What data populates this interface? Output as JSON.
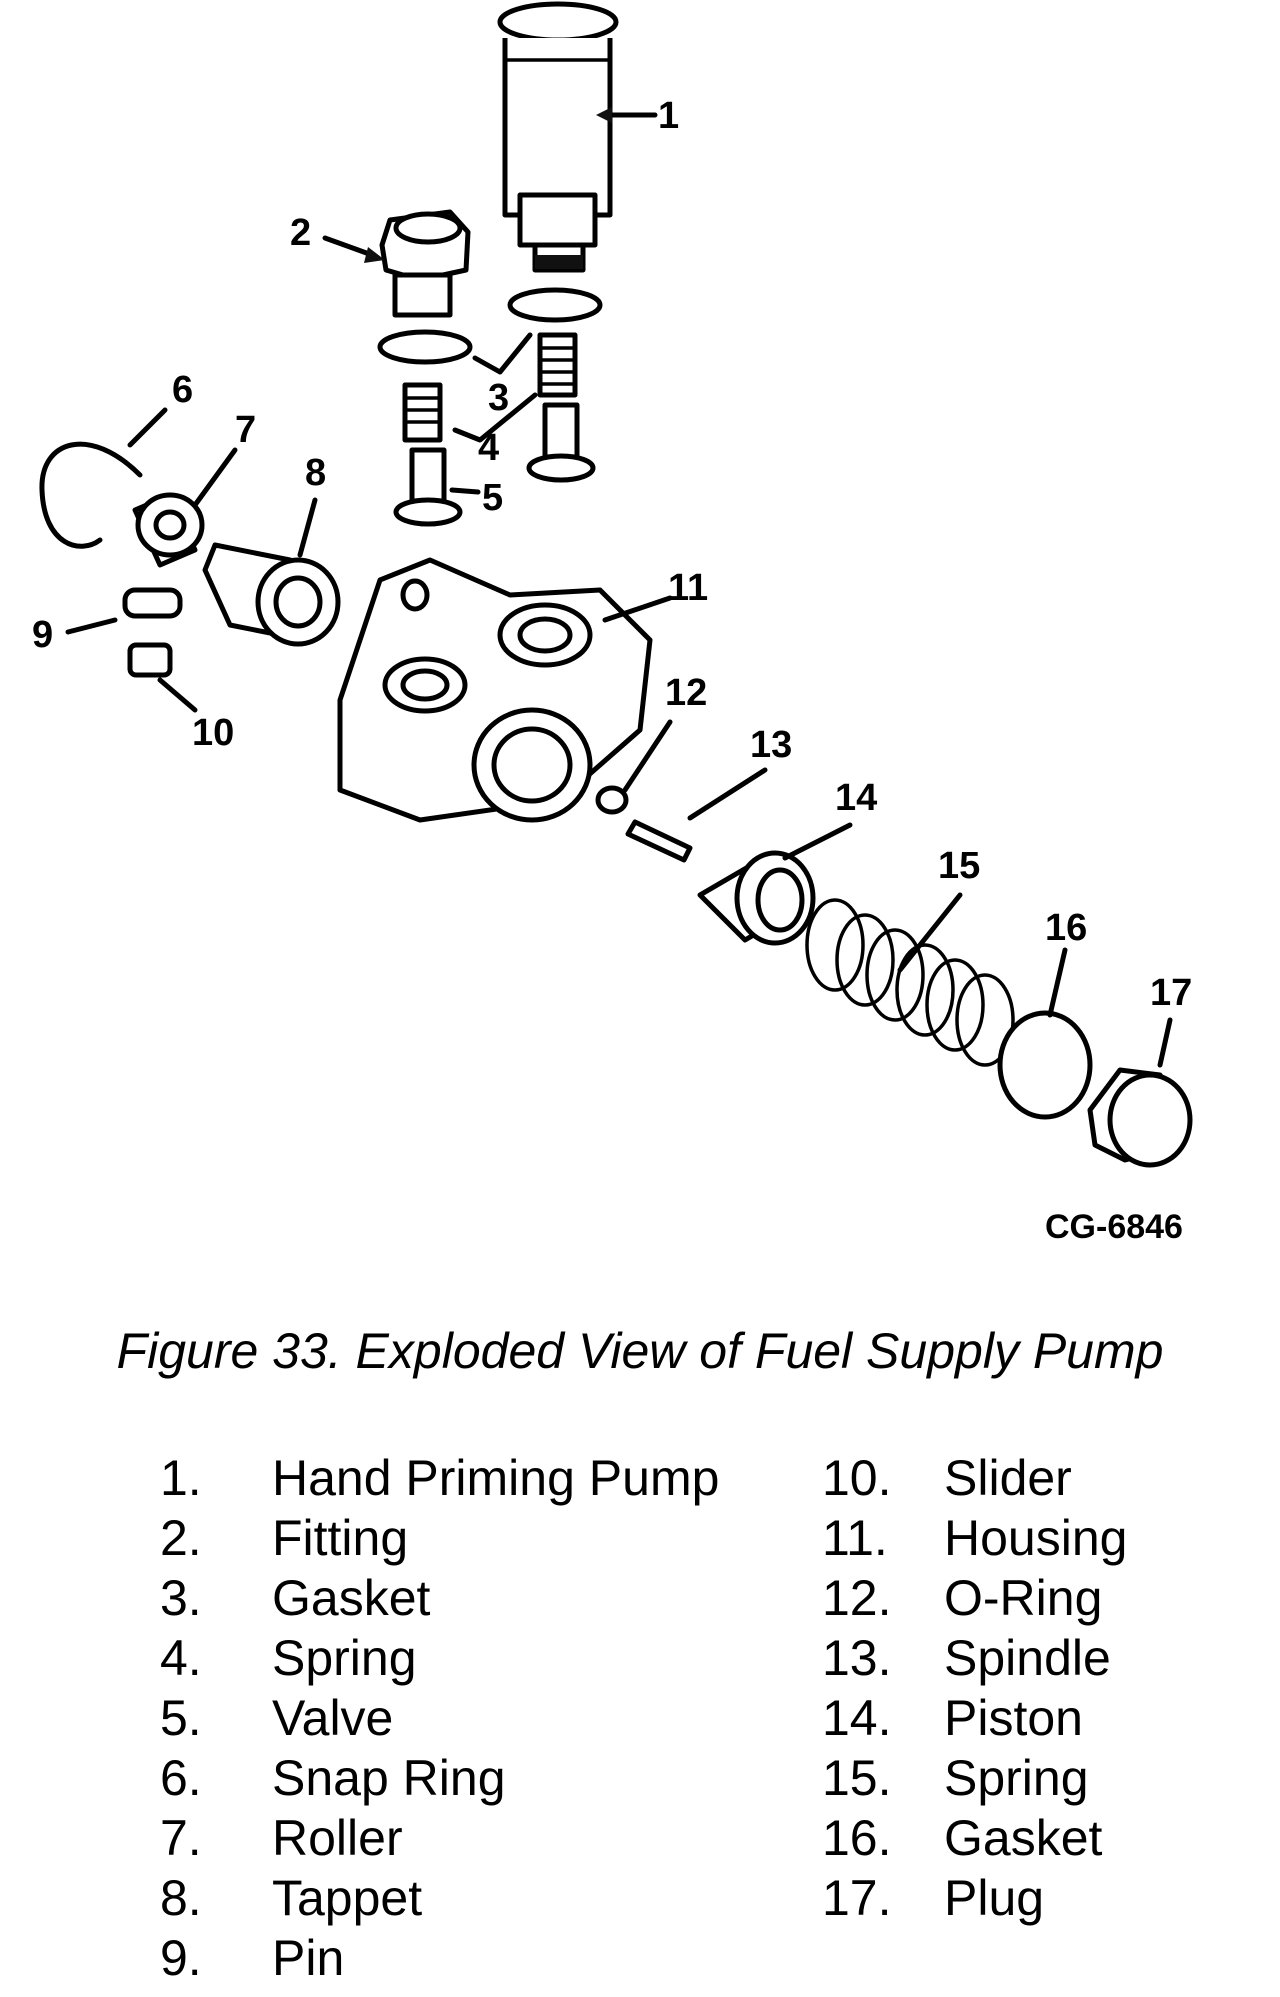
{
  "figure": {
    "caption": "Figure 33.  Exploded View of Fuel Supply Pump",
    "drawing_code": "CG-6846",
    "callouts": [
      "1",
      "2",
      "3",
      "4",
      "5",
      "6",
      "7",
      "8",
      "9",
      "10",
      "11",
      "12",
      "13",
      "14",
      "15",
      "16",
      "17"
    ]
  },
  "parts_list": {
    "left": [
      {
        "num": "1.",
        "name": "Hand Priming Pump"
      },
      {
        "num": "2.",
        "name": "Fitting"
      },
      {
        "num": "3.",
        "name": "Gasket"
      },
      {
        "num": "4.",
        "name": "Spring"
      },
      {
        "num": "5.",
        "name": "Valve"
      },
      {
        "num": "6.",
        "name": "Snap Ring"
      },
      {
        "num": "7.",
        "name": "Roller"
      },
      {
        "num": "8.",
        "name": "Tappet"
      },
      {
        "num": "9.",
        "name": "Pin"
      }
    ],
    "right": [
      {
        "num": "10.",
        "name": "Slider"
      },
      {
        "num": "11.",
        "name": "Housing"
      },
      {
        "num": "12.",
        "name": "O-Ring"
      },
      {
        "num": "13.",
        "name": "Spindle"
      },
      {
        "num": "14.",
        "name": "Piston"
      },
      {
        "num": "15.",
        "name": "Spring"
      },
      {
        "num": "16.",
        "name": "Gasket"
      },
      {
        "num": "17.",
        "name": "Plug"
      }
    ]
  }
}
